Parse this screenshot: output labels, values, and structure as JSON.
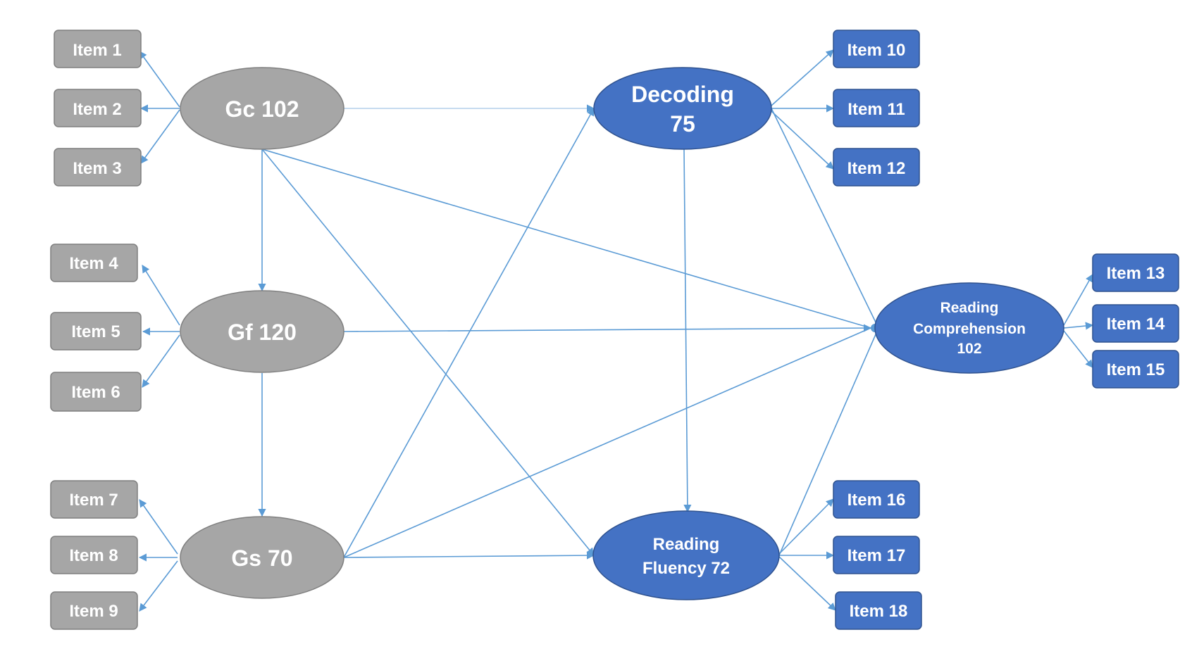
{
  "colors": {
    "gray_fill": "#a6a6a6",
    "gray_stroke": "#7f7f7f",
    "blue_fill": "#4472c4",
    "blue_stroke": "#2f528f",
    "edge": "#5b9bd5",
    "text": "#ffffff"
  },
  "latent": {
    "gc": "Gc 102",
    "gf": "Gf 120",
    "gs": "Gs 70",
    "decoding": [
      "Decoding",
      "75"
    ],
    "reading_comprehension": [
      "Reading",
      "Comprehension",
      "102"
    ],
    "reading_fluency": [
      "Reading",
      "Fluency 72"
    ]
  },
  "items": {
    "item1": "Item 1",
    "item2": "Item 2",
    "item3": "Item 3",
    "item4": "Item 4",
    "item5": "Item 5",
    "item6": "Item 6",
    "item7": "Item 7",
    "item8": "Item 8",
    "item9": "Item 9",
    "item10": "Item 10",
    "item11": "Item 11",
    "item12": "Item 12",
    "item13": "Item 13",
    "item14": "Item 14",
    "item15": "Item 15",
    "item16": "Item 16",
    "item17": "Item 17",
    "item18": "Item 18"
  }
}
